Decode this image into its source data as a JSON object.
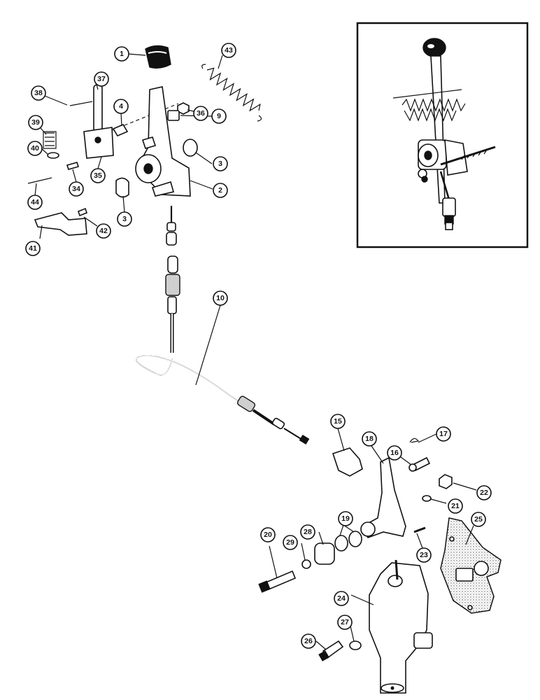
{
  "callouts": [
    {
      "id": "c1",
      "label": "1"
    },
    {
      "id": "c43",
      "label": "43"
    },
    {
      "id": "c38",
      "label": "38"
    },
    {
      "id": "c37",
      "label": "37"
    },
    {
      "id": "c4",
      "label": "4"
    },
    {
      "id": "c36",
      "label": "36"
    },
    {
      "id": "c39",
      "label": "39"
    },
    {
      "id": "c9",
      "label": "9"
    },
    {
      "id": "c40",
      "label": "40"
    },
    {
      "id": "c3a",
      "label": "3"
    },
    {
      "id": "c34",
      "label": "34"
    },
    {
      "id": "c35",
      "label": "35"
    },
    {
      "id": "c2",
      "label": "2"
    },
    {
      "id": "c44",
      "label": "44"
    },
    {
      "id": "c3b",
      "label": "3"
    },
    {
      "id": "c42",
      "label": "42"
    },
    {
      "id": "c41",
      "label": "41"
    },
    {
      "id": "c10",
      "label": "10"
    },
    {
      "id": "c15",
      "label": "15"
    },
    {
      "id": "c17",
      "label": "17"
    },
    {
      "id": "c18",
      "label": "18"
    },
    {
      "id": "c16",
      "label": "16"
    },
    {
      "id": "c22",
      "label": "22"
    },
    {
      "id": "c21",
      "label": "21"
    },
    {
      "id": "c25",
      "label": "25"
    },
    {
      "id": "c19",
      "label": "19"
    },
    {
      "id": "c28",
      "label": "28"
    },
    {
      "id": "c29",
      "label": "29"
    },
    {
      "id": "c20",
      "label": "20"
    },
    {
      "id": "c23",
      "label": "23"
    },
    {
      "id": "c24",
      "label": "24"
    },
    {
      "id": "c27",
      "label": "27"
    },
    {
      "id": "c26",
      "label": "26"
    }
  ],
  "colors": {
    "ink": "#111111",
    "paper": "#ffffff",
    "stipple": "#bdbdbd"
  }
}
